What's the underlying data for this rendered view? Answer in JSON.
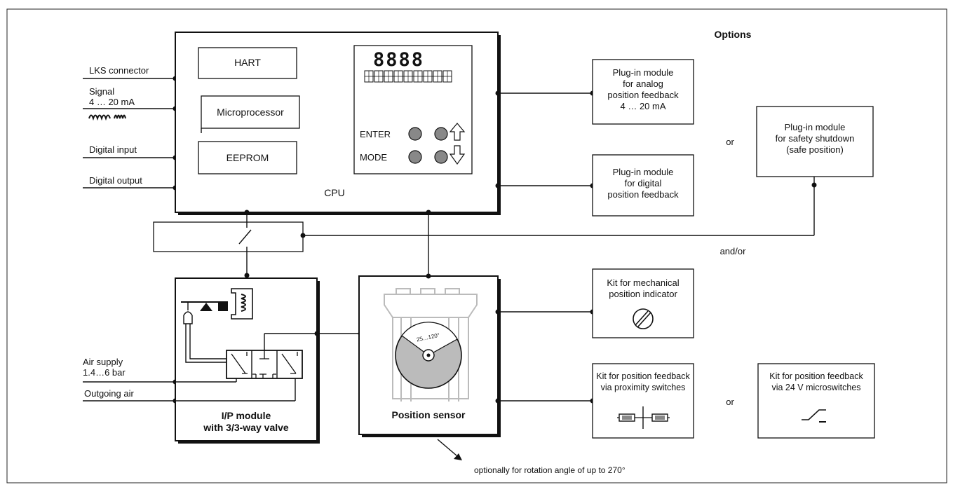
{
  "inputs": {
    "lks_connector": "LKS connector",
    "signal_line1": "Signal",
    "signal_line2": "4 … 20 mA",
    "digital_input": "Digital input",
    "digital_output": "Digital output",
    "air_supply_line1": "Air supply",
    "air_supply_line2": "1.4…6 bar",
    "outgoing_air": "Outgoing air"
  },
  "cpu": {
    "label": "CPU",
    "hart": "HART",
    "microprocessor": "Microprocessor",
    "eeprom": "EEPROM",
    "display_digits": "8888",
    "enter_label": "ENTER",
    "mode_label": "MODE"
  },
  "ip_module": {
    "line1": "I/P module",
    "line2": "with  3/3-way valve"
  },
  "position_sensor": {
    "label": "Position sensor",
    "dial_text": "25…120°",
    "note": "optionally for rotation angle of up to 270°"
  },
  "options": {
    "title": "Options",
    "or_1": "or",
    "or_2": "or",
    "and_or": "and/or",
    "analog_feedback": [
      "Plug-in module",
      "for analog",
      "position feedback",
      "4 … 20 mA"
    ],
    "digital_feedback": [
      "Plug-in module",
      "for digital",
      "position feedback"
    ],
    "safety_shutdown": [
      "Plug-in module",
      "for safety shutdown",
      "(safe position)"
    ],
    "mechanical_indicator": [
      "Kit for mechanical",
      "position  indicator"
    ],
    "proximity_switches": [
      "Kit for position feedback",
      "via proximity switches"
    ],
    "microswitches": [
      "Kit for position feedback",
      "via 24 V microswitches"
    ]
  }
}
